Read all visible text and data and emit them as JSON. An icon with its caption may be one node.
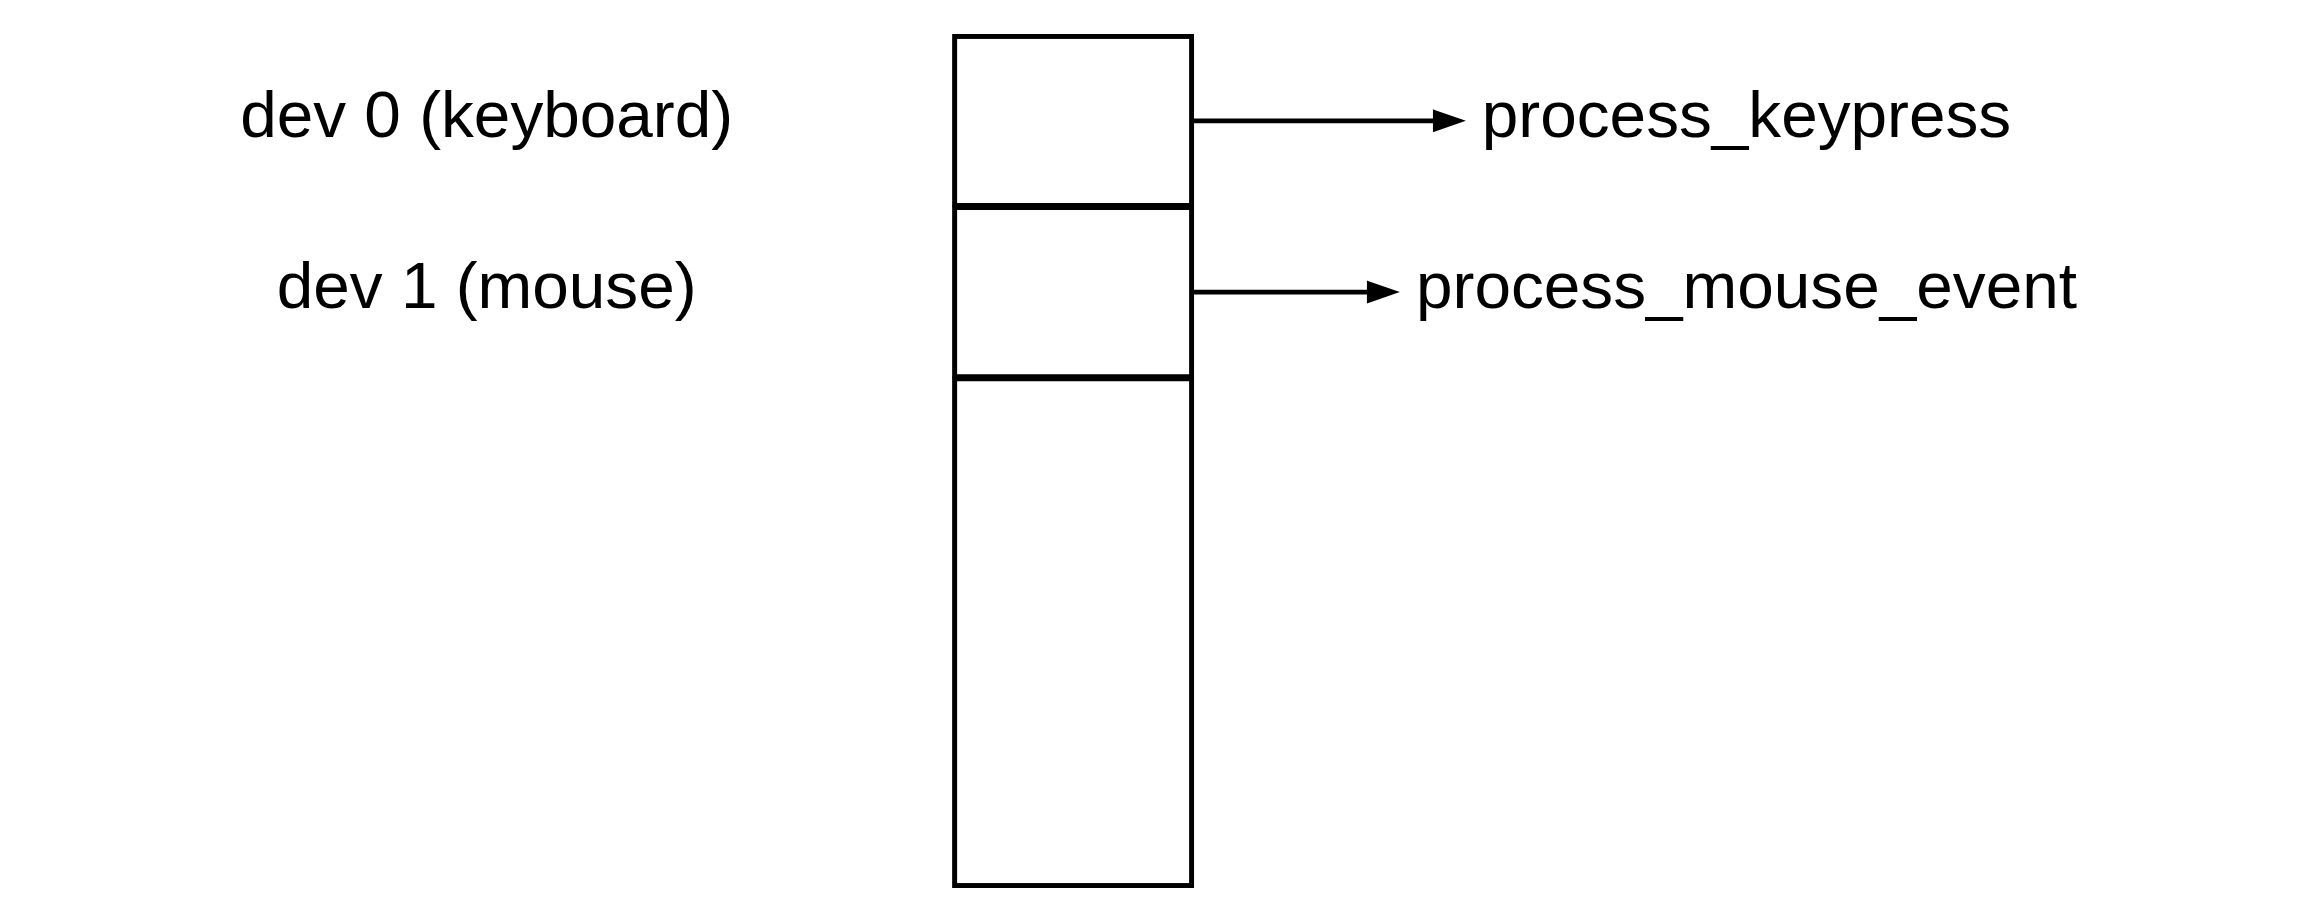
{
  "diagram": {
    "nodes": [
      {
        "text": [],
        "shape": "box"
      },
      {
        "text": [],
        "shape": "box",
        "in": 0,
        "beside": [
          "dev 0 (keyboard)"
        ]
      },
      {
        "text": [],
        "shape": "box",
        "in": 0,
        "beside": [
          "dev 1 (mouse)"
        ]
      },
      {
        "text": [],
        "shape": "box",
        "in": 0
      },
      {
        "text": [
          "process_keypress"
        ]
      },
      {
        "text": [
          "process_mouse_event"
        ]
      }
    ],
    "edges": [
      {
        "from": 1,
        "to": 4,
        "arrow": "to"
      },
      {
        "from": 2,
        "to": 5,
        "arrow": "to"
      }
    ]
  }
}
